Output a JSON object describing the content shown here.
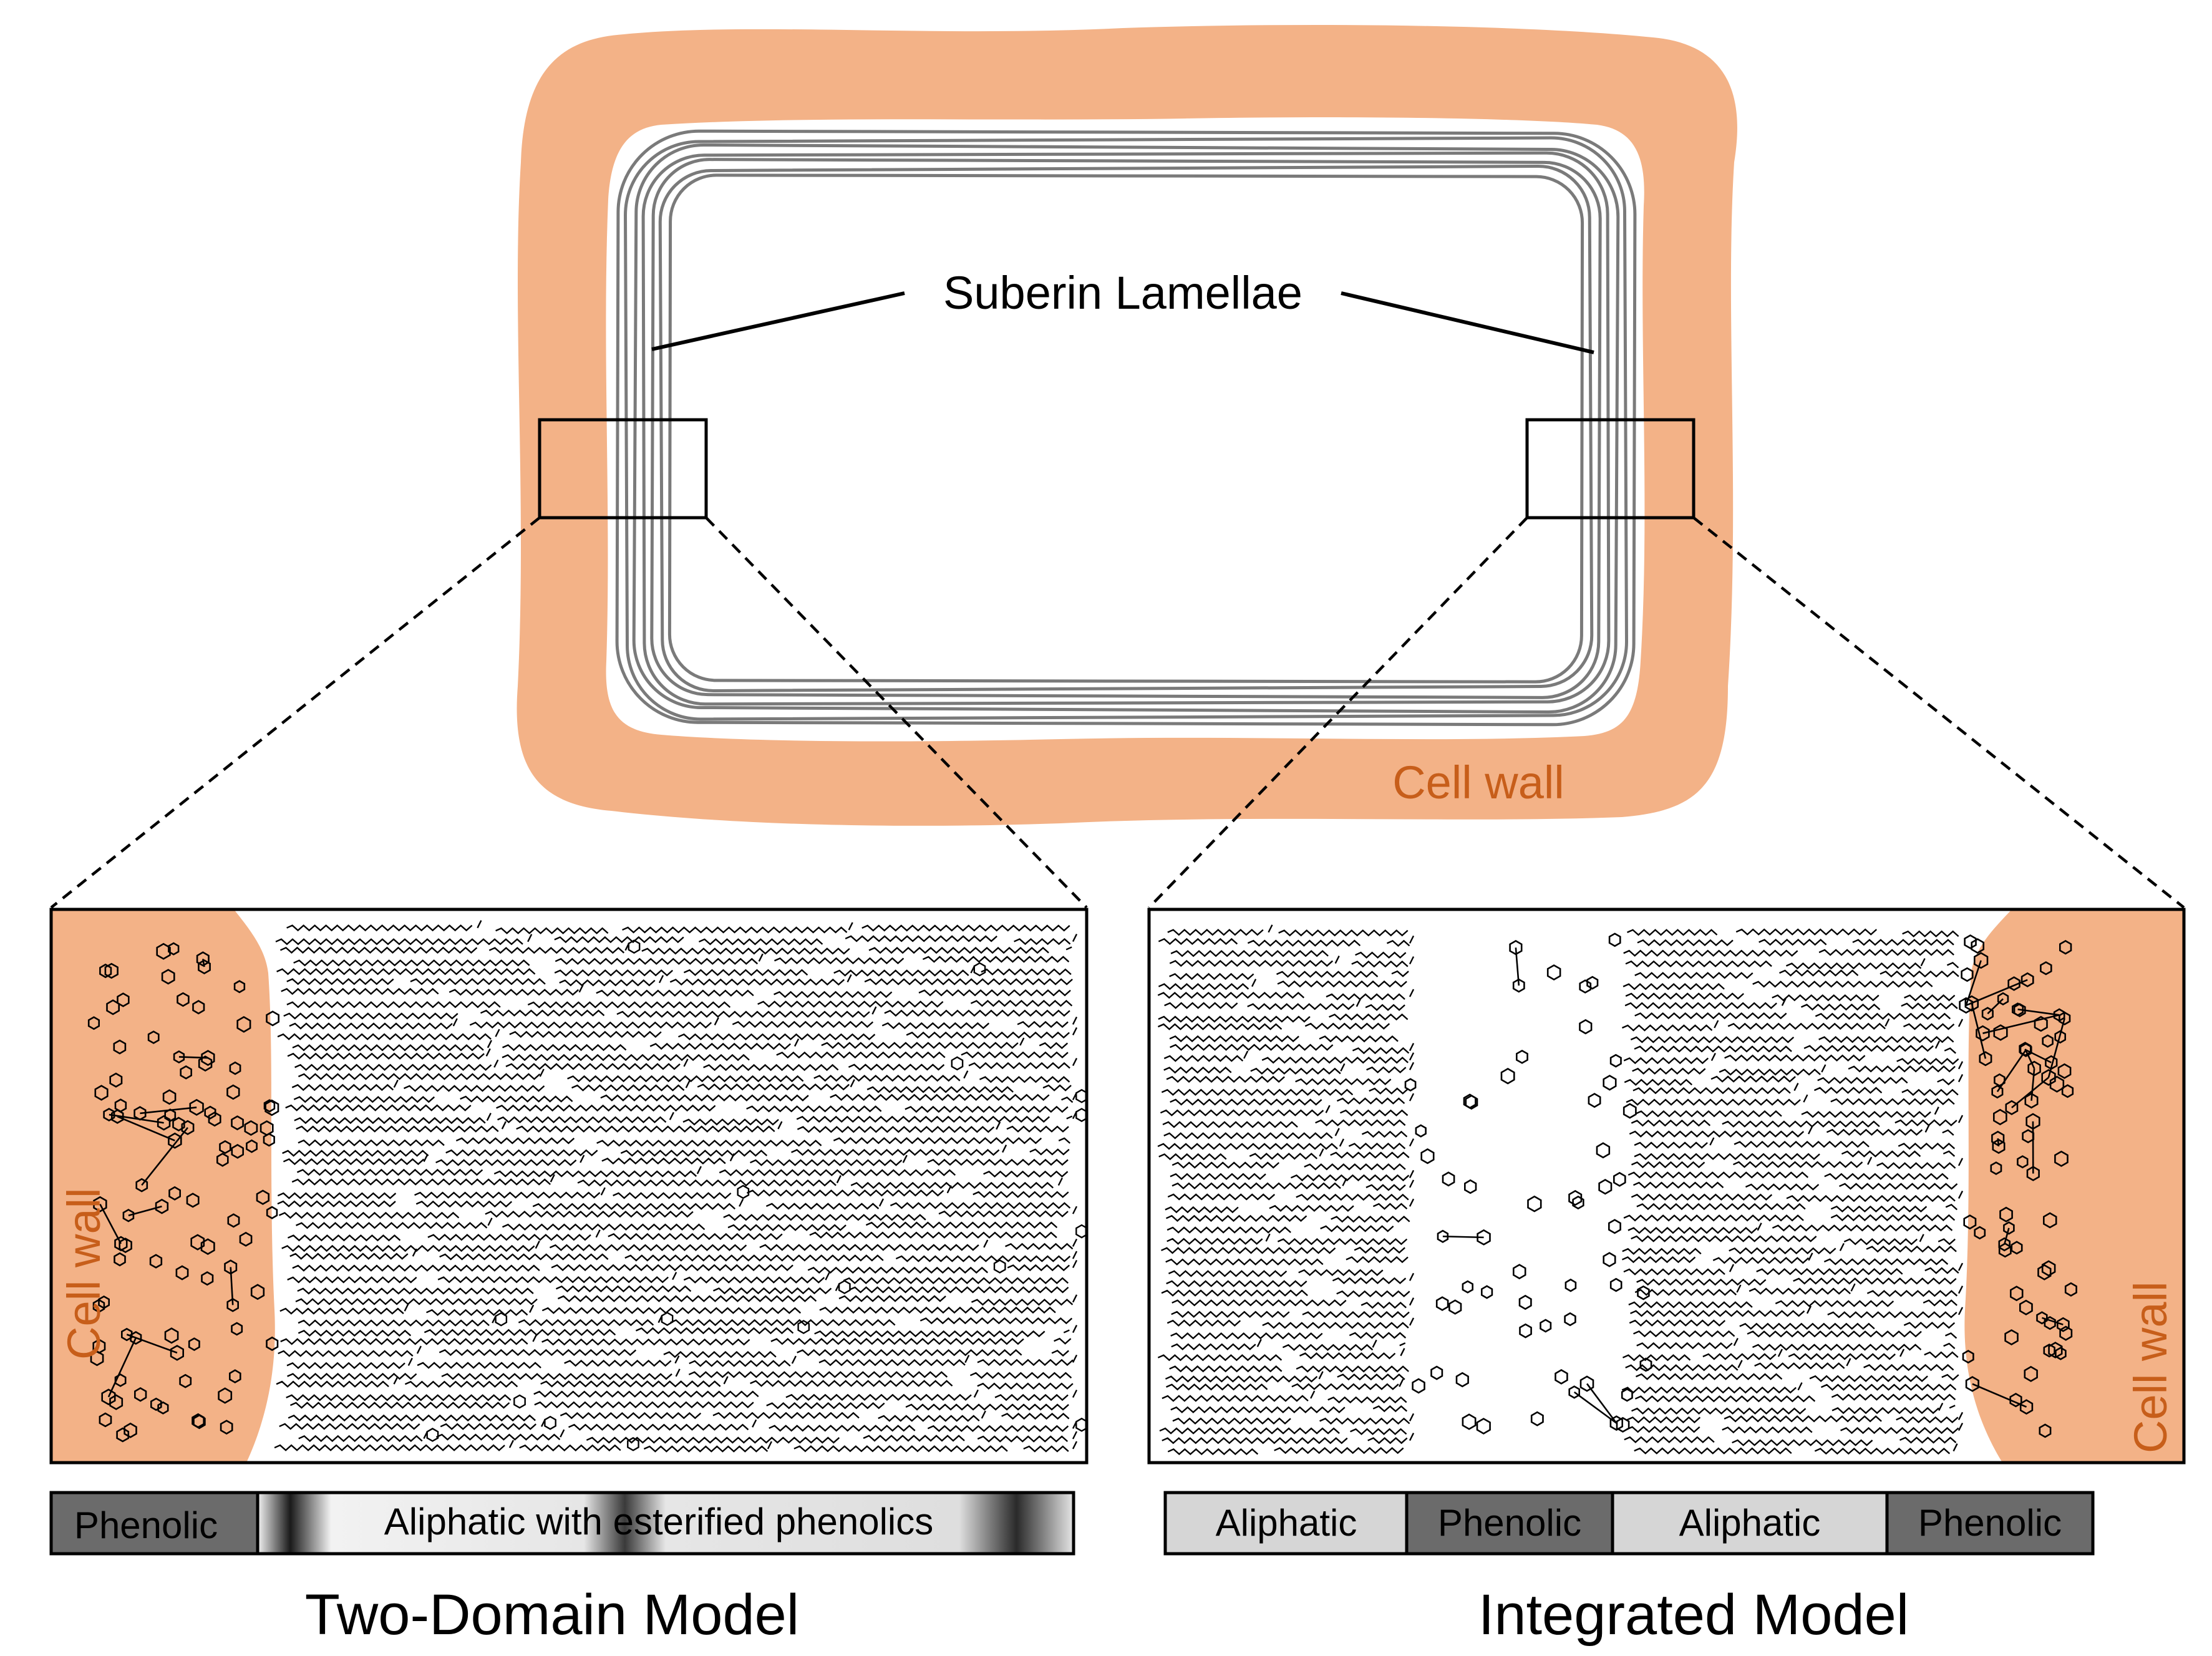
{
  "top_cell": {
    "lamellae_label": "Suberin Lamellae",
    "wall_label": "Cell wall"
  },
  "left_panel": {
    "wall_label": "Cell wall",
    "domain_bar": [
      "Phenolic",
      "Aliphatic with esterified phenolics"
    ],
    "title": "Two-Domain Model"
  },
  "right_panel": {
    "wall_label": "Cell wall",
    "domain_bar": [
      "Aliphatic",
      "Phenolic",
      "Aliphatic",
      "Phenolic"
    ],
    "title": "Integrated Model"
  },
  "colors": {
    "wall": "#f3b287",
    "wall_text": "#c75e1a",
    "lamella": "#7a7a7a",
    "phenolic_fill": "#6b6b6b",
    "aliphatic_fill": "#d6d6d6",
    "ink": "#000000"
  }
}
